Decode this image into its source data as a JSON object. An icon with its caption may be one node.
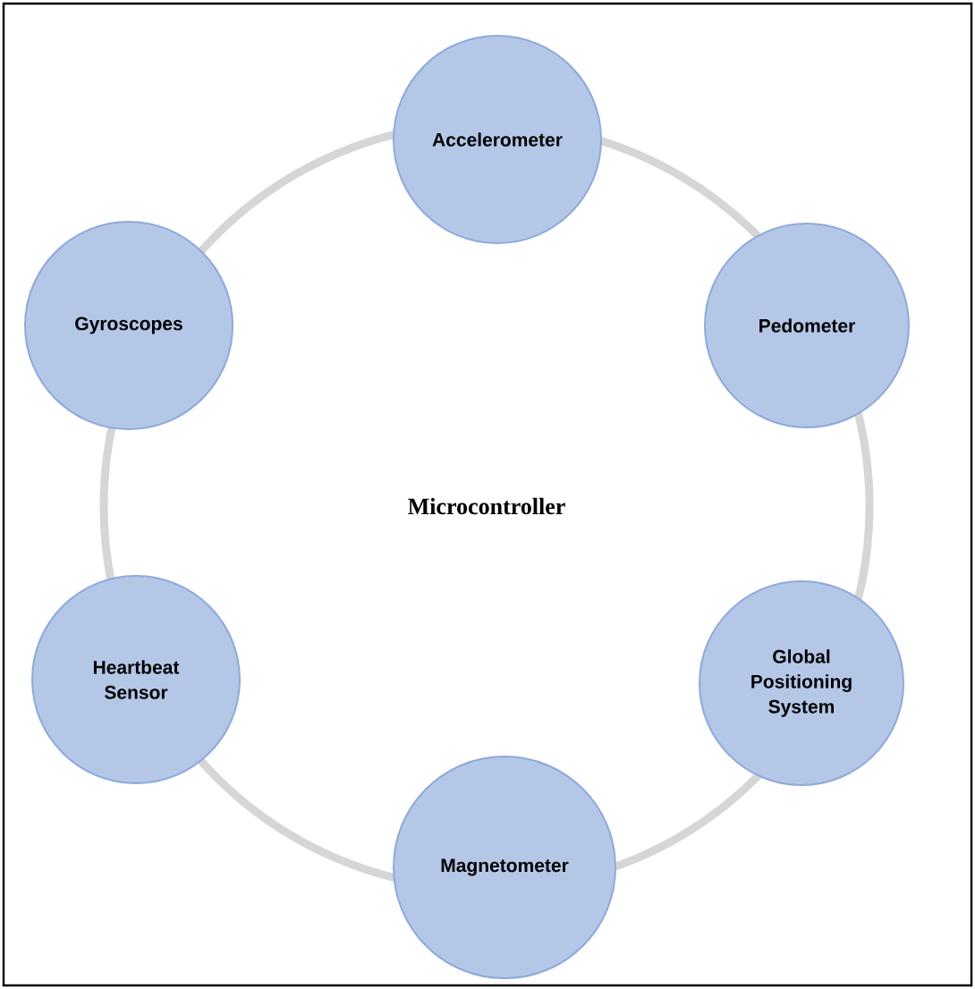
{
  "diagram": {
    "nodes": [
      {
        "text": [
          "Microcontroller"
        ]
      },
      {
        "text": [
          "Accelerometer"
        ]
      },
      {
        "text": [
          "Gyroscopes"
        ]
      },
      {
        "text": [
          "Pedometer"
        ]
      },
      {
        "text": [
          "Heartbeat Sensor"
        ]
      },
      {
        "text": [
          "Global Positioning System"
        ]
      },
      {
        "text": [
          "Magnetometer"
        ]
      }
    ]
  }
}
